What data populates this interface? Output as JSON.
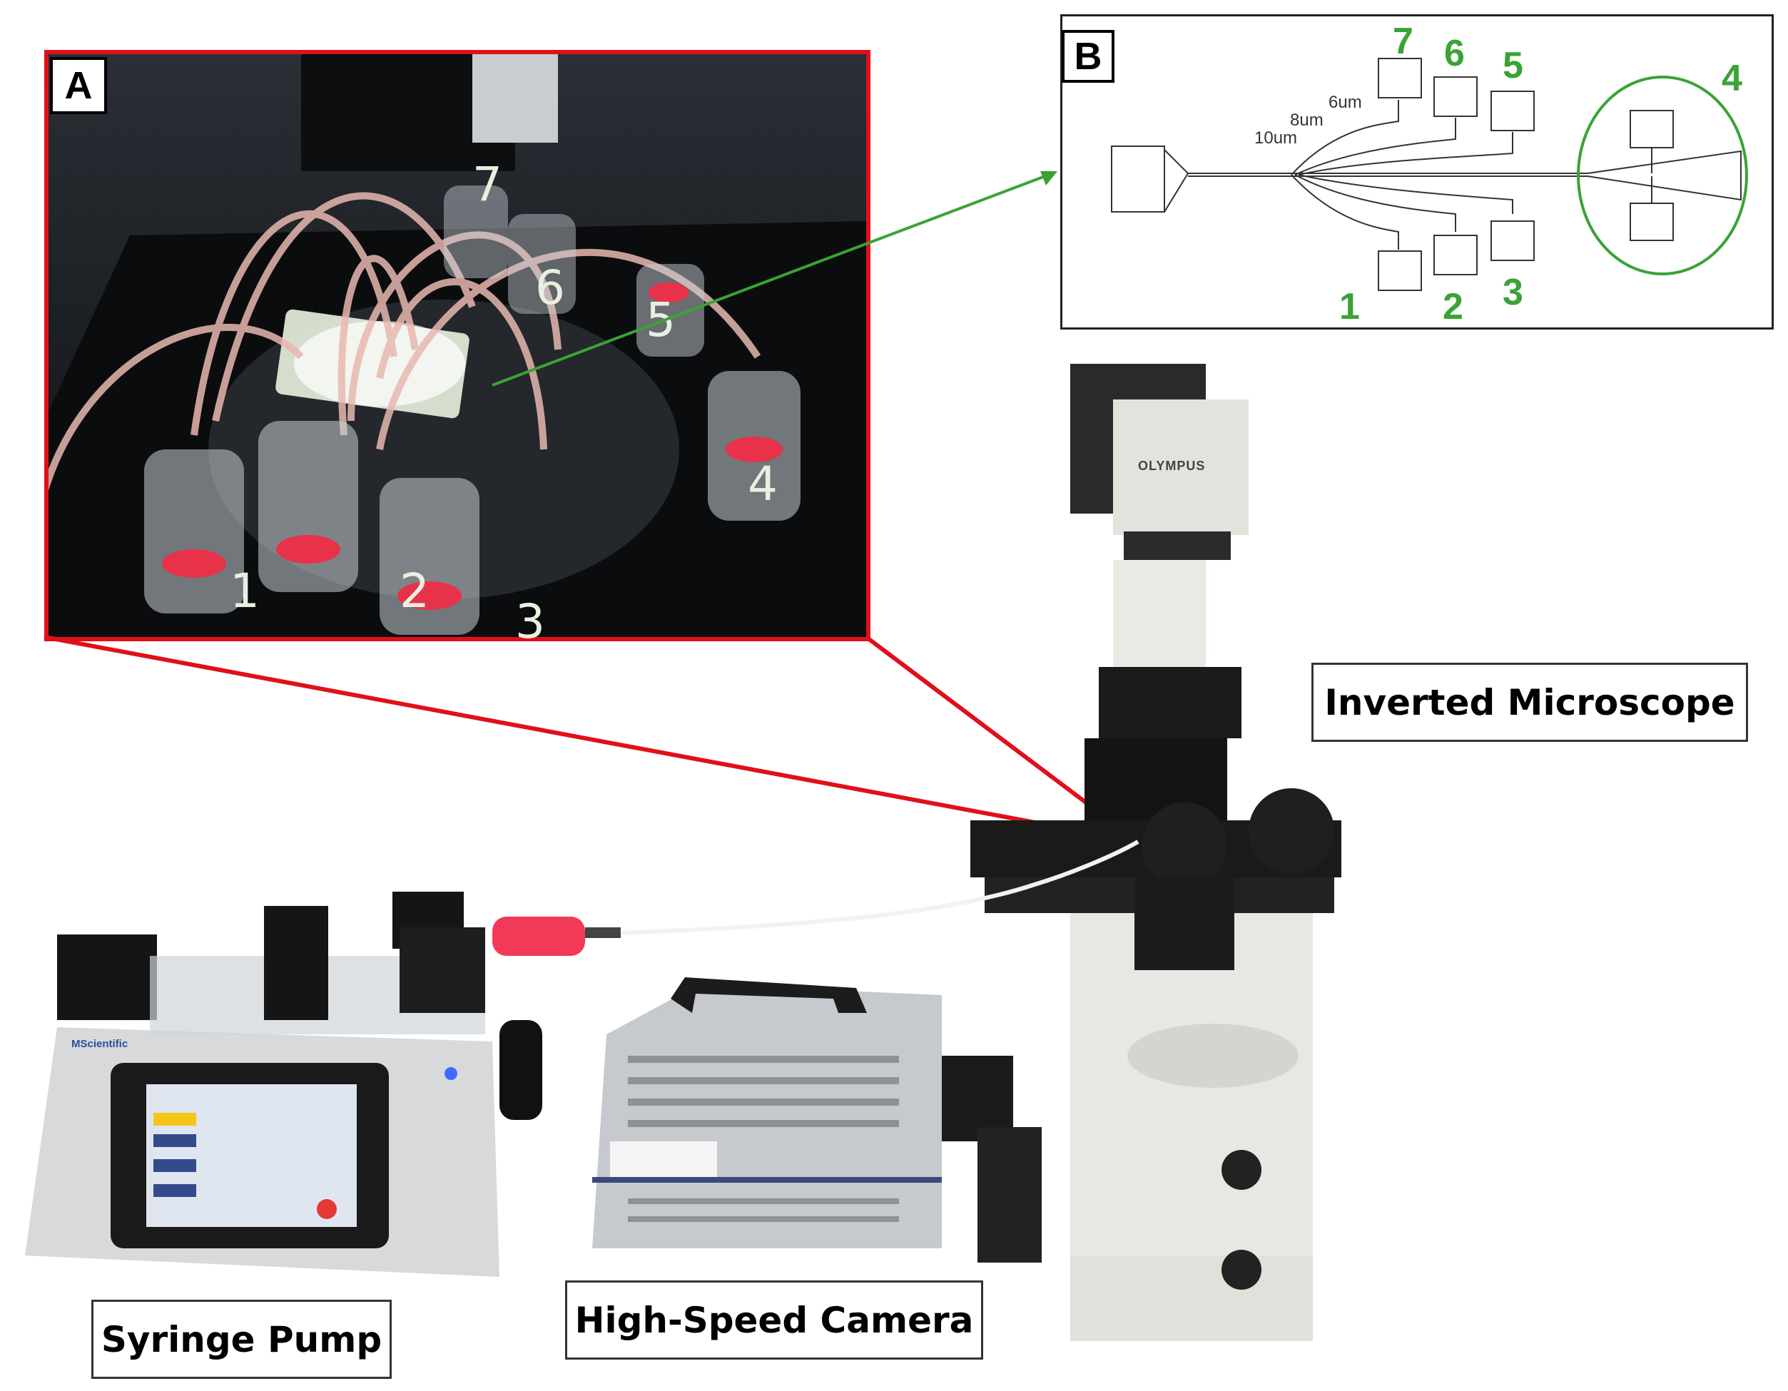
{
  "panel_a": {
    "letter": "A",
    "vials": [
      "1",
      "2",
      "3",
      "4",
      "5",
      "6",
      "7"
    ]
  },
  "panel_b": {
    "letter": "B",
    "widths": [
      "10um",
      "8um",
      "6um"
    ],
    "ports": [
      "7",
      "6",
      "5",
      "4",
      "1",
      "2",
      "3"
    ]
  },
  "labels": {
    "inverted_microscope": "Inverted Microscope",
    "syringe_pump": "Syringe Pump",
    "high_speed_camera": "High-Speed Camera"
  },
  "brands": {
    "microscope": "OLYMPUS",
    "pump": "MScientific"
  },
  "colors": {
    "panel_a_border": "#e0101a",
    "panel_b_accent": "#3aa335",
    "liquid": "#e8324a"
  }
}
